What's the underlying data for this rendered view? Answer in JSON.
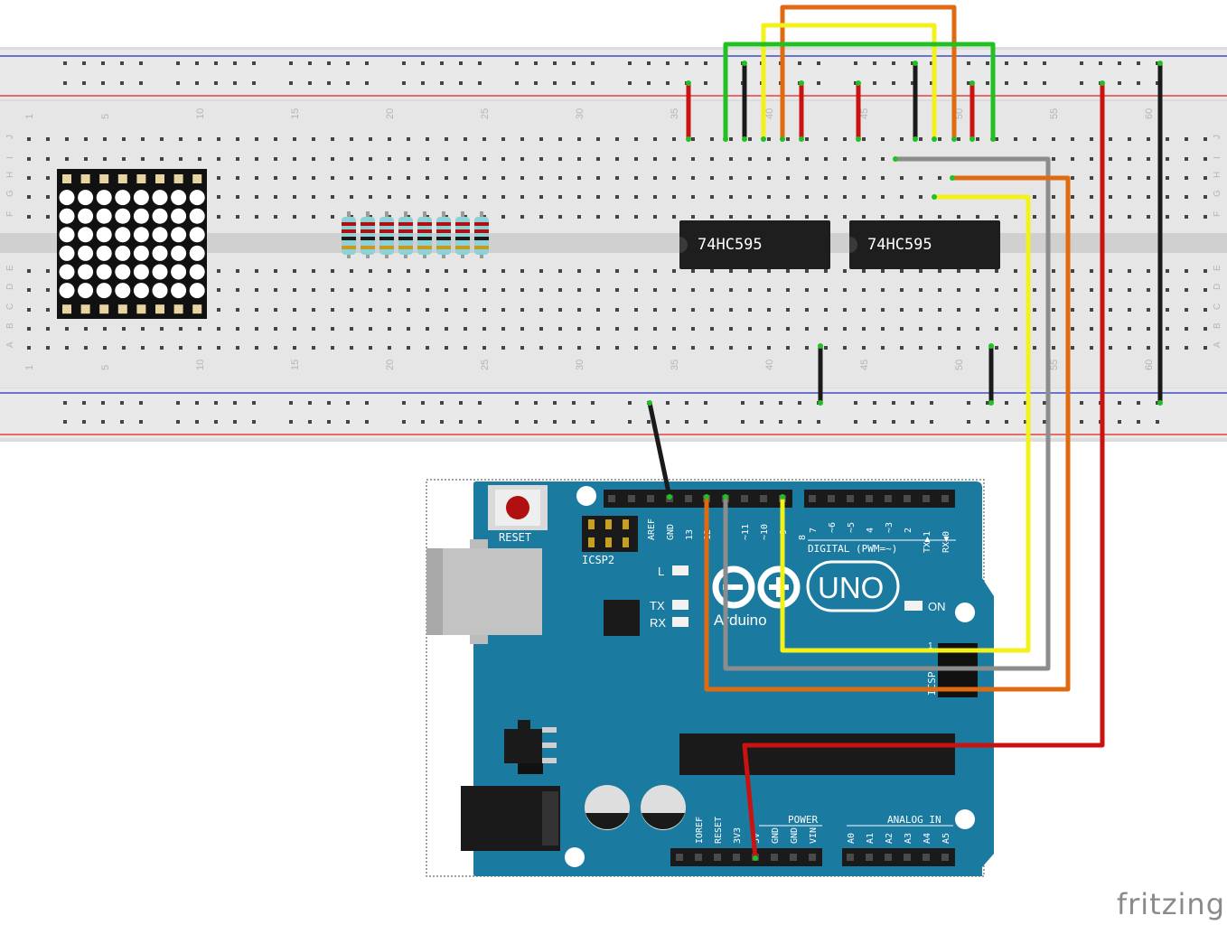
{
  "brand": "fritzing",
  "breadboard": {
    "row_letters_top": [
      "J",
      "I",
      "H",
      "G",
      "F"
    ],
    "row_letters_bottom": [
      "E",
      "D",
      "C",
      "B",
      "A"
    ],
    "column_numbers": [
      "1",
      "5",
      "10",
      "15",
      "20",
      "25",
      "30",
      "35",
      "40",
      "45",
      "50",
      "55",
      "60"
    ]
  },
  "chips": [
    {
      "label": "74HC595"
    },
    {
      "label": "74HC595"
    }
  ],
  "led_matrix": {
    "rows": 8,
    "cols": 8
  },
  "resistors": {
    "count": 8
  },
  "arduino": {
    "reset_label": "RESET",
    "icsp2_label": "ICSP2",
    "icsp_label": "ICSP",
    "led_labels": [
      "L",
      "TX",
      "RX"
    ],
    "on_label": "ON",
    "logo_text": "UNO",
    "brand_text": "Arduino",
    "digital_header_left": [
      "AREF",
      "GND",
      "13",
      "12",
      "~11",
      "~10",
      "~9",
      "8"
    ],
    "digital_header_right": [
      "7",
      "~6",
      "~5",
      "4",
      "~3",
      "2",
      "TX▶1",
      "RX◀0"
    ],
    "digital_caption": "DIGITAL (PWM=~)",
    "power_caption": "POWER",
    "power_pins": [
      "IOREF",
      "RESET",
      "3V3",
      "5V",
      "GND",
      "GND",
      "VIN"
    ],
    "analog_caption": "ANALOG IN",
    "analog_pins": [
      "A0",
      "A1",
      "A2",
      "A3",
      "A4",
      "A5"
    ],
    "icsp_pin_one": "1"
  },
  "colors": {
    "board_blue": "#1b7aa0",
    "breadboard": "#e3e3e3",
    "rail_red": "#e02020",
    "rail_blue": "#2030c0",
    "wire_red": "#cc1111",
    "wire_black": "#1a1a1a",
    "wire_green": "#22c022",
    "wire_yellow": "#f2f21a",
    "wire_orange": "#e06a10",
    "wire_gray": "#8c8c8c"
  }
}
